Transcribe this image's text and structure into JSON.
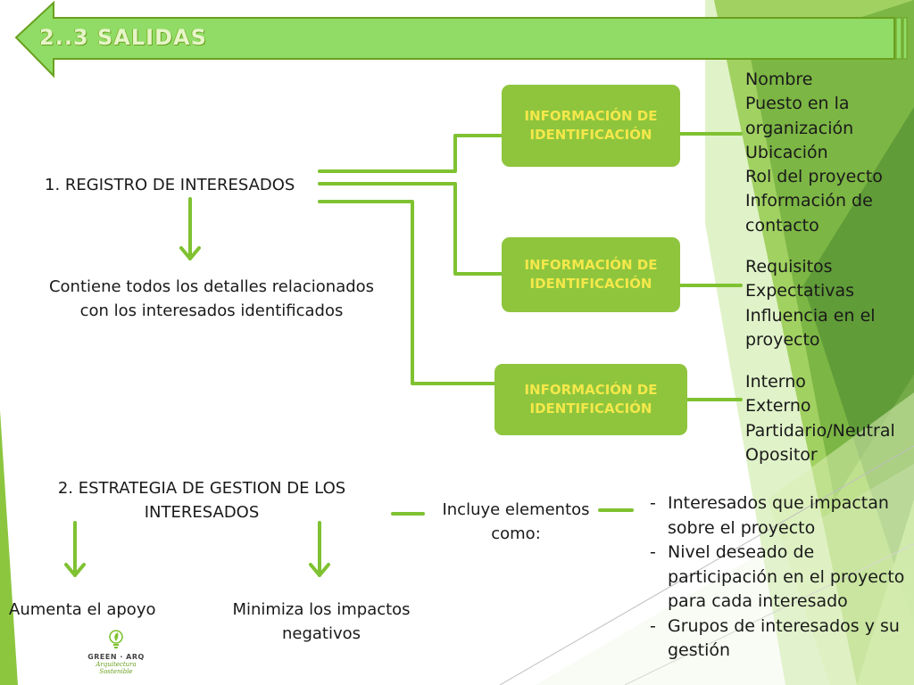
{
  "slide": {
    "title": "2..3 SALIDAS",
    "colors": {
      "accent": "#8ec53d",
      "box_text": "#f4e84a",
      "arrow_fill": "#90dc66",
      "line": "#7fc231",
      "text": "#1a1a1a"
    }
  },
  "registro": {
    "heading": "1. REGISTRO DE INTERESADOS",
    "description_line1": "Contiene todos los detalles relacionados",
    "description_line2": "con los interesados identificados"
  },
  "boxes": [
    {
      "line1": "INFORMACIÓN DE",
      "line2": "IDENTIFICACIÓN"
    },
    {
      "line1": "INFORMACIÓN DE",
      "line2": "IDENTIFICACIÓN"
    },
    {
      "line1": "INFORMACIÓN DE",
      "line2": "IDENTIFICACIÓN"
    }
  ],
  "lists": [
    [
      "Nombre",
      "Puesto en la",
      "organización",
      "Ubicación",
      "Rol del proyecto",
      "Información de",
      "contacto"
    ],
    [
      "Requisitos",
      "Expectativas",
      "Influencia en el",
      "proyecto"
    ],
    [
      "Interno",
      "Externo",
      "Partidario/Neutral",
      "Opositor"
    ]
  ],
  "estrategia": {
    "heading_line1": "2. ESTRATEGIA DE GESTION DE LOS",
    "heading_line2": "INTERESADOS",
    "includes_line1": "Incluye elementos",
    "includes_line2": "como:",
    "outcome_left": "Aumenta el apoyo",
    "outcome_right_line1": "Minimiza los impactos",
    "outcome_right_line2": "negativos",
    "items": [
      "Interesados que impactan sobre el proyecto",
      "Nivel deseado de participación en el proyecto para cada interesado",
      "Grupos de interesados y su gestión"
    ]
  },
  "logo": {
    "name": "GREEN · ARQ",
    "tagline": "Arquitectura Sostenible"
  }
}
